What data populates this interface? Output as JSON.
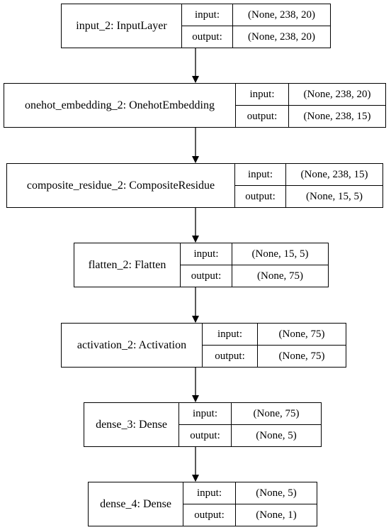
{
  "layers": [
    {
      "name": "input_2: InputLayer",
      "input_label": "input:",
      "output_label": "output:",
      "input_shape": "(None, 238, 20)",
      "output_shape": "(None, 238, 20)"
    },
    {
      "name": "onehot_embedding_2: OnehotEmbedding",
      "input_label": "input:",
      "output_label": "output:",
      "input_shape": "(None, 238, 20)",
      "output_shape": "(None, 238, 15)"
    },
    {
      "name": "composite_residue_2: CompositeResidue",
      "input_label": "input:",
      "output_label": "output:",
      "input_shape": "(None, 238, 15)",
      "output_shape": "(None, 15, 5)"
    },
    {
      "name": "flatten_2: Flatten",
      "input_label": "input:",
      "output_label": "output:",
      "input_shape": "(None, 15, 5)",
      "output_shape": "(None, 75)"
    },
    {
      "name": "activation_2: Activation",
      "input_label": "input:",
      "output_label": "output:",
      "input_shape": "(None, 75)",
      "output_shape": "(None, 75)"
    },
    {
      "name": "dense_3: Dense",
      "input_label": "input:",
      "output_label": "output:",
      "input_shape": "(None, 75)",
      "output_shape": "(None, 5)"
    },
    {
      "name": "dense_4: Dense",
      "input_label": "input:",
      "output_label": "output:",
      "input_shape": "(None, 5)",
      "output_shape": "(None, 1)"
    }
  ],
  "edges": [
    {
      "from": "input_2: InputLayer",
      "to": "onehot_embedding_2: OnehotEmbedding"
    },
    {
      "from": "onehot_embedding_2: OnehotEmbedding",
      "to": "composite_residue_2: CompositeResidue"
    },
    {
      "from": "composite_residue_2: CompositeResidue",
      "to": "flatten_2: Flatten"
    },
    {
      "from": "flatten_2: Flatten",
      "to": "activation_2: Activation"
    },
    {
      "from": "activation_2: Activation",
      "to": "dense_3: Dense"
    },
    {
      "from": "dense_3: Dense",
      "to": "dense_4: Dense"
    }
  ]
}
